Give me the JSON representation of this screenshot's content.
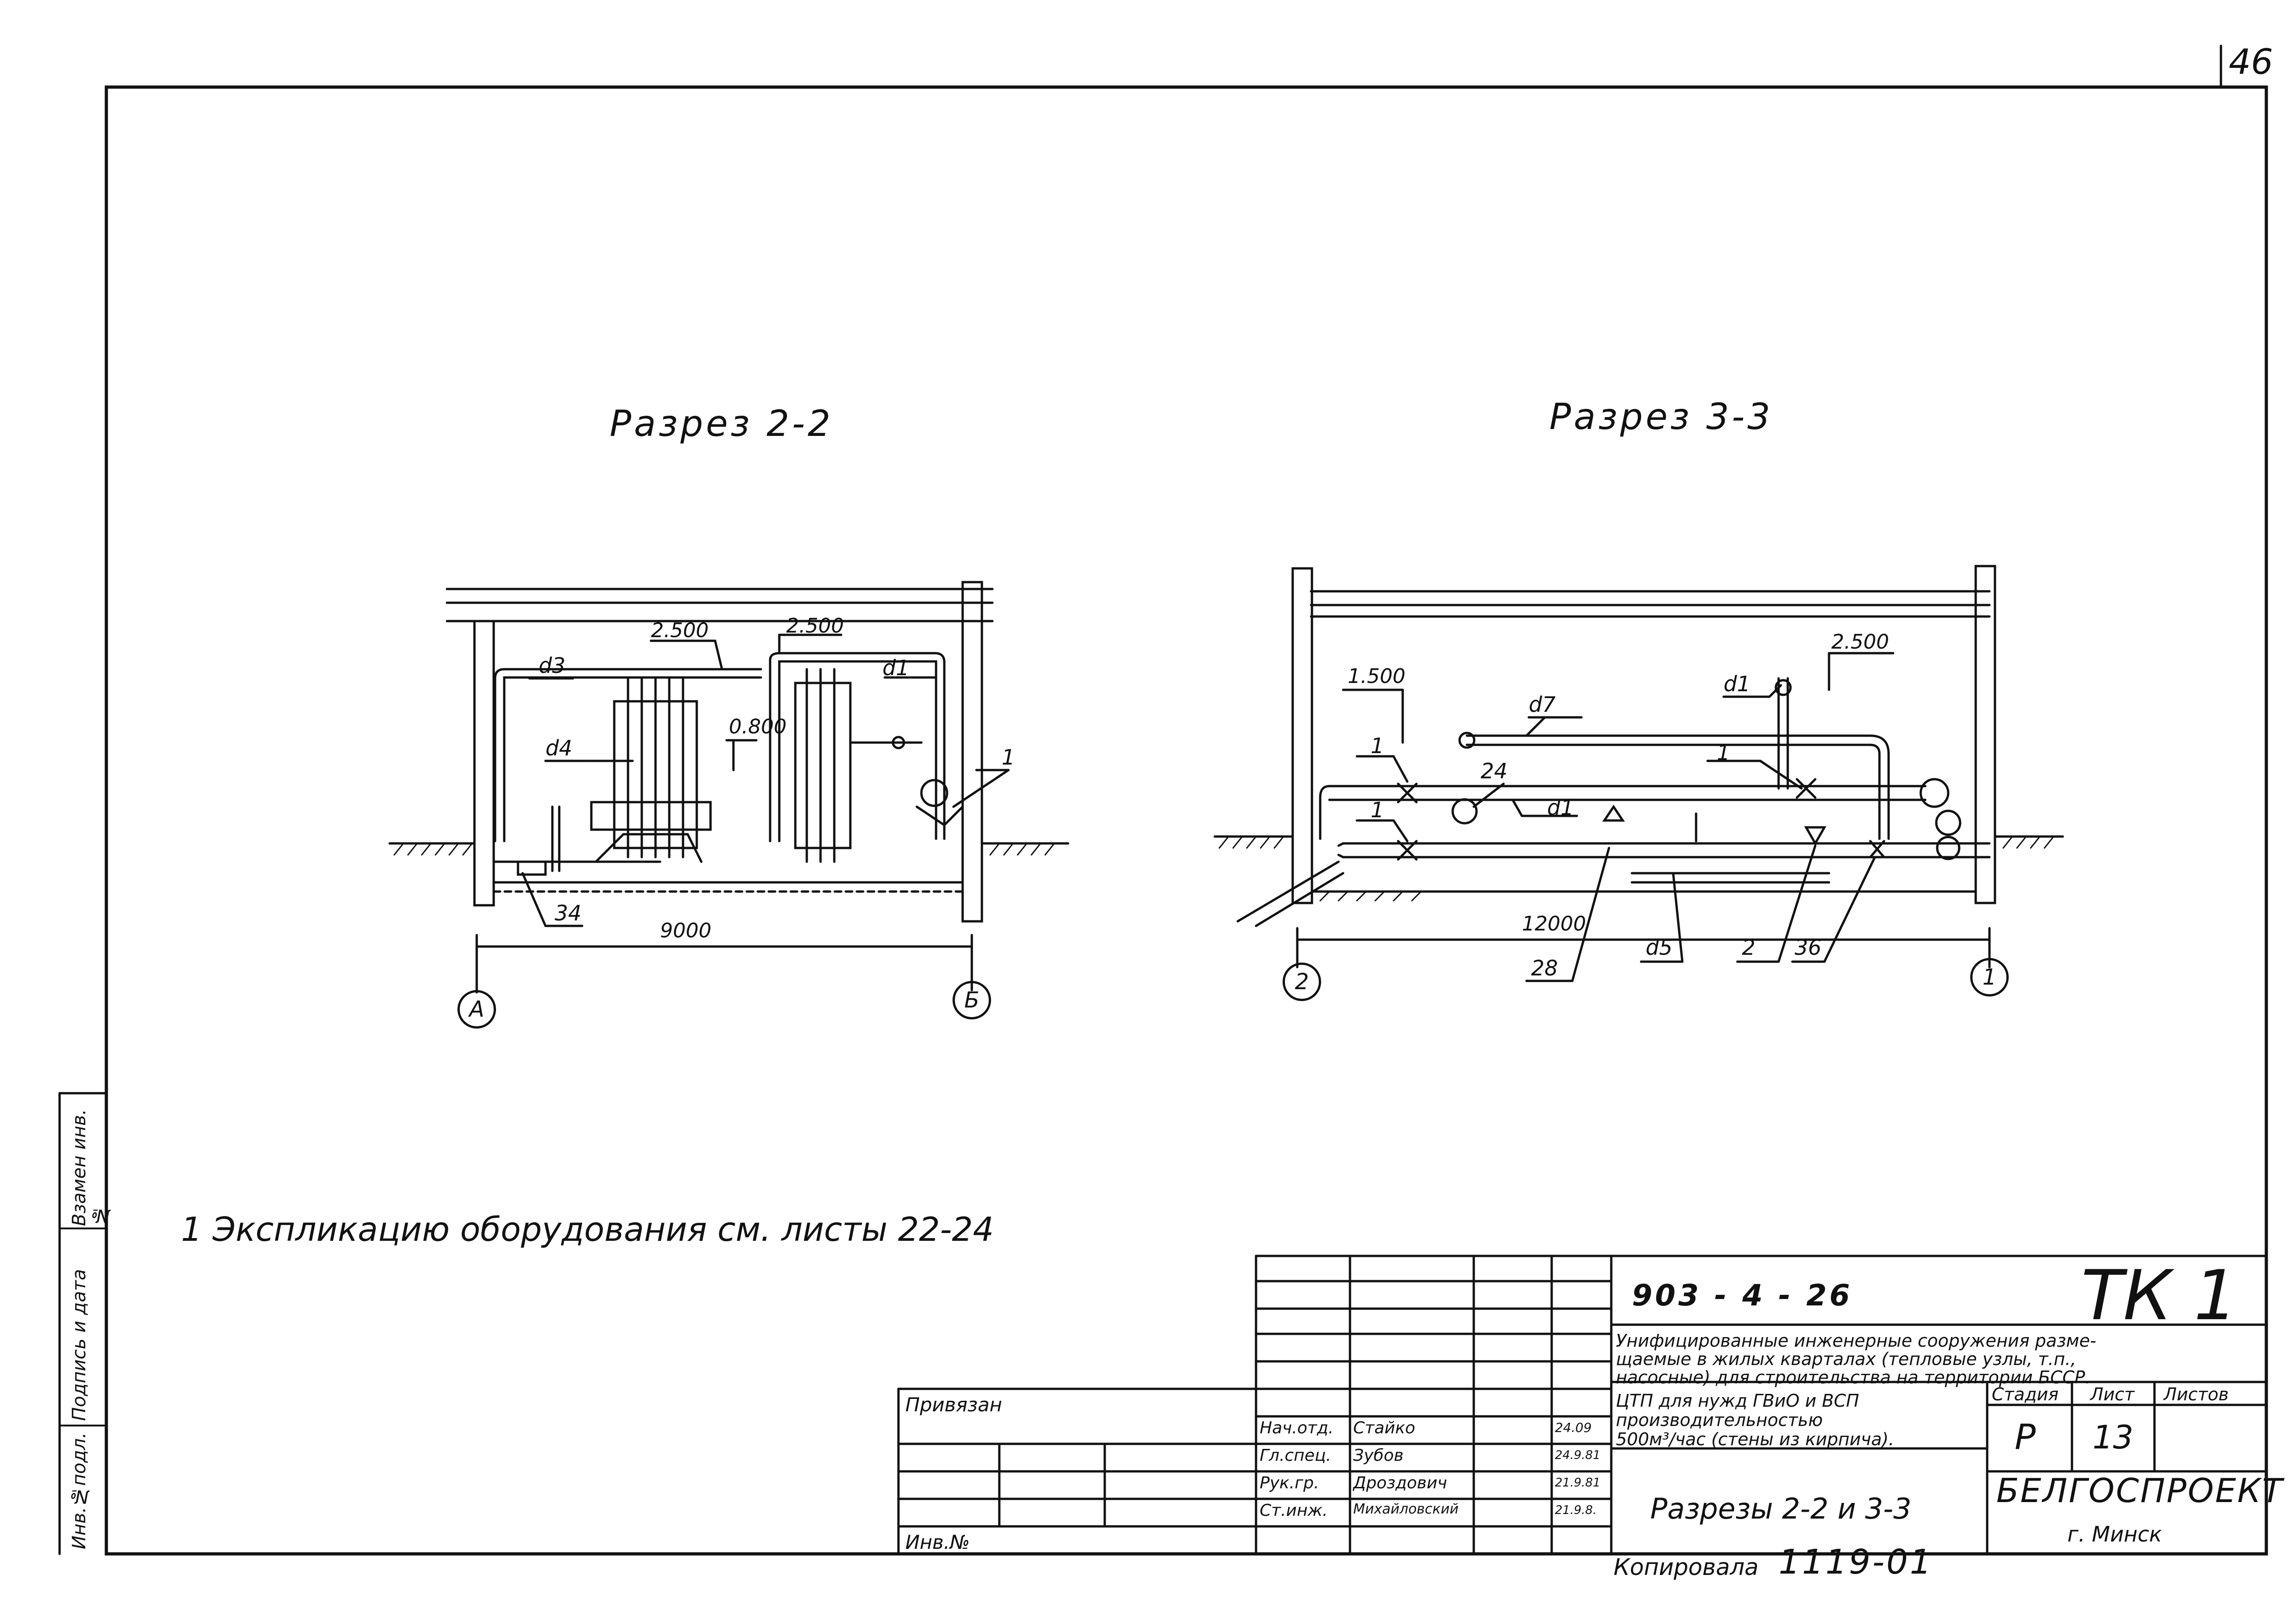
{
  "sheet_number": "46",
  "section_2_2": {
    "title": "Разрез 2-2",
    "dims": {
      "top_left": "2.500",
      "top_right": "2.500",
      "mid": "0.800",
      "span": "9000"
    },
    "labels": {
      "d3": "d3",
      "d1": "d1",
      "d4": "d4",
      "pos_34": "34",
      "pos_1": "1"
    },
    "axes": {
      "left": "А",
      "right": "Б"
    }
  },
  "section_3_3": {
    "title": "Разрез 3-3",
    "dims": {
      "left": "1.500",
      "right": "2.500",
      "span": "12000"
    },
    "labels": {
      "d7": "d7",
      "d1_top": "d1",
      "d1_mid": "d1",
      "pos_24": "24",
      "pos_1a": "1",
      "pos_1b": "1",
      "pos_1c": "1",
      "d5": "d5",
      "pos_2": "2",
      "pos_36": "36",
      "pos_28": "28"
    },
    "axes": {
      "left": "2",
      "right": "1"
    }
  },
  "note": "1 Экспликацию оборудования см. листы 22-24",
  "side_columns": [
    "Инв.№подл.",
    "Подпись и дата",
    "Взамен инв.№"
  ],
  "title_block": {
    "doc_code": "903 - 4 - 26",
    "mark": "ТК 1",
    "description": "Унифицированные инженерные сооружения размещаемые в жилых кварталах (тепловые узлы, т.п., насосные) для строительства на территории БССР.",
    "description_lines": [
      "Унифицированные инженерные сооружения разме-",
      "щаемые в жилых кварталах (тепловые узлы, т.п.,",
      "насосные) для строительства на территории БССР."
    ],
    "product_lines": [
      "ЦТП для нужд ГВиО и ВСП",
      "производительностью",
      "500м³/час (стены из кирпича)."
    ],
    "stage_header": "Стадия",
    "sheet_header": "Лист",
    "sheets_header": "Листов",
    "stage": "Р",
    "sheet": "13",
    "sheet_title": "Разрезы 2-2 и 3-3",
    "organization": "БЕЛГОСПРОЕКТ",
    "city": "г. Минск",
    "privyazan": "Привязан",
    "inv_no": "Инв.№",
    "signatures": [
      {
        "role": "Нач.отд.",
        "name": "Стайко",
        "date": "24.09"
      },
      {
        "role": "Гл.спец.",
        "name": "Зубов",
        "date": "24.9.81"
      },
      {
        "role": "Рук.гр.",
        "name": "Дроздович",
        "date": "21.9.81"
      },
      {
        "role": "Ст.инж.",
        "name": "Михайловский",
        "date": "21.9.8."
      }
    ],
    "copied_label": "Копировала",
    "copied_value": "1119-01"
  }
}
